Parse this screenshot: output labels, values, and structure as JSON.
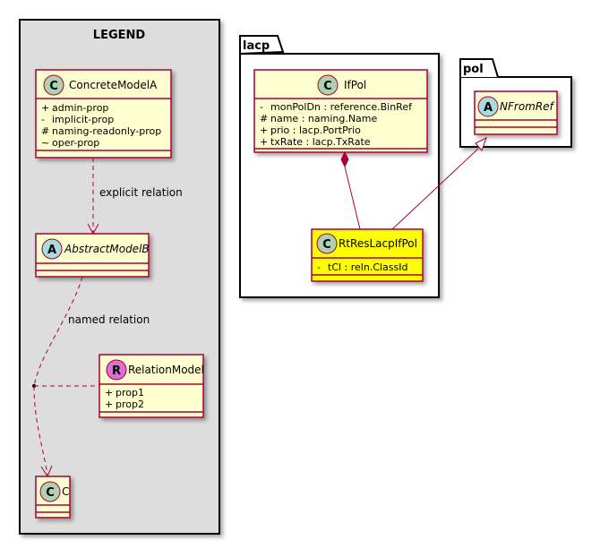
{
  "legend": {
    "title": "LEGEND",
    "classes": {
      "concrete": {
        "name": "ConcreteModelA",
        "stereotype": "C",
        "props": [
          "admin-prop",
          "implicit-prop",
          "naming-readonly-prop",
          "oper-prop"
        ],
        "vis": [
          "+",
          "-",
          "#",
          "~"
        ]
      },
      "abstract": {
        "name": "AbstractModelB",
        "stereotype": "A"
      },
      "relation": {
        "name": "RelationModel",
        "stereotype": "R",
        "props": [
          "prop1",
          "prop2"
        ],
        "vis": [
          "+",
          "+"
        ]
      },
      "c": {
        "name": "C",
        "stereotype": "C"
      }
    },
    "labels": {
      "explicit": "explicit relation",
      "named": "named relation"
    }
  },
  "packages": {
    "lacp": {
      "name": "lacp",
      "ifpol": {
        "name": "IfPol",
        "stereotype": "C",
        "props": [
          "monPolDn : reference.BinRef",
          "name : naming.Name",
          "prio : lacp.PortPrio",
          "txRate : lacp.TxRate"
        ],
        "vis": [
          "-",
          "#",
          "+",
          "+"
        ]
      },
      "rtres": {
        "name": "RtResLacpIfPol",
        "stereotype": "C",
        "props": [
          "tCl : reln.ClassId"
        ],
        "vis": [
          "-"
        ]
      }
    },
    "pol": {
      "name": "pol",
      "nfromref": {
        "name": "NFromRef",
        "stereotype": "A"
      }
    }
  },
  "colors": {
    "class_fill": "#FEFECE",
    "border": "#A80036",
    "highlight_fill": "#FFFF00",
    "legend_bg": "#DDDDDD",
    "circle_c": "#ADD1B2",
    "circle_a": "#A9DCDF",
    "circle_r": "#DA70D6"
  }
}
